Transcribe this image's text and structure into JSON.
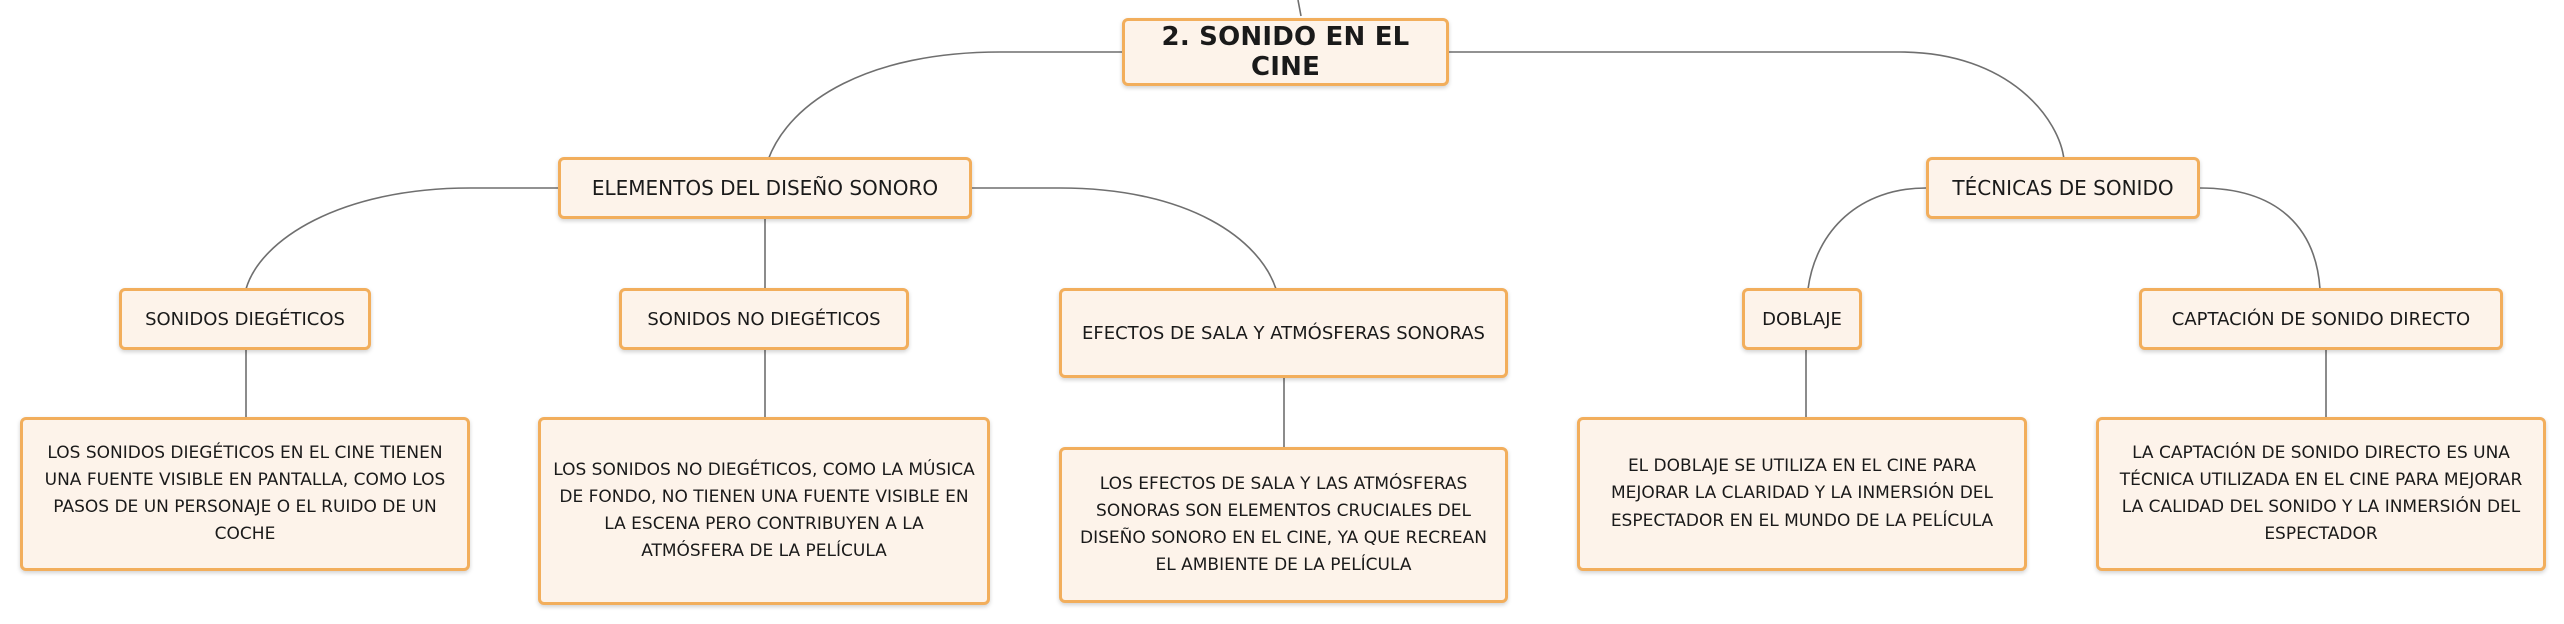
{
  "diagram": {
    "root": "2. SONIDO EN EL CINE",
    "branches": [
      {
        "label": "ELEMENTOS DEL DISEÑO SONORO",
        "children": [
          {
            "label": "SONIDOS DIEGÉTICOS",
            "detail": "LOS SONIDOS DIEGÉTICOS EN EL CINE TIENEN UNA FUENTE VISIBLE EN PANTALLA, COMO LOS PASOS DE UN PERSONAJE O EL RUIDO DE UN COCHE"
          },
          {
            "label": "SONIDOS NO DIEGÉTICOS",
            "detail": "LOS SONIDOS NO DIEGÉTICOS, COMO LA MÚSICA DE FONDO, NO TIENEN UNA FUENTE VISIBLE EN LA ESCENA PERO CONTRIBUYEN A LA ATMÓSFERA DE LA PELÍCULA"
          },
          {
            "label": "EFECTOS DE SALA Y ATMÓSFERAS SONORAS",
            "detail": "LOS EFECTOS DE SALA Y LAS ATMÓSFERAS SONORAS SON ELEMENTOS CRUCIALES DEL DISEÑO SONORO EN EL CINE, YA QUE RECREAN EL AMBIENTE DE LA PELÍCULA"
          }
        ]
      },
      {
        "label": "TÉCNICAS DE SONIDO",
        "children": [
          {
            "label": "DOBLAJE",
            "detail": "EL DOBLAJE SE UTILIZA EN EL CINE PARA MEJORAR LA CLARIDAD Y LA INMERSIÓN DEL ESPECTADOR EN EL MUNDO DE LA PELÍCULA"
          },
          {
            "label": "CAPTACIÓN DE SONIDO DIRECTO",
            "detail": "LA CAPTACIÓN DE SONIDO DIRECTO ES UNA TÉCNICA UTILIZADA EN EL CINE PARA MEJORAR LA CALIDAD DEL SONIDO Y LA INMERSIÓN DEL ESPECTADOR"
          }
        ]
      }
    ]
  },
  "colors": {
    "node_fill": "#fdf3ea",
    "node_border": "#f2ae5c",
    "connector": "#6f6f6f",
    "text": "#1a1a1a"
  }
}
